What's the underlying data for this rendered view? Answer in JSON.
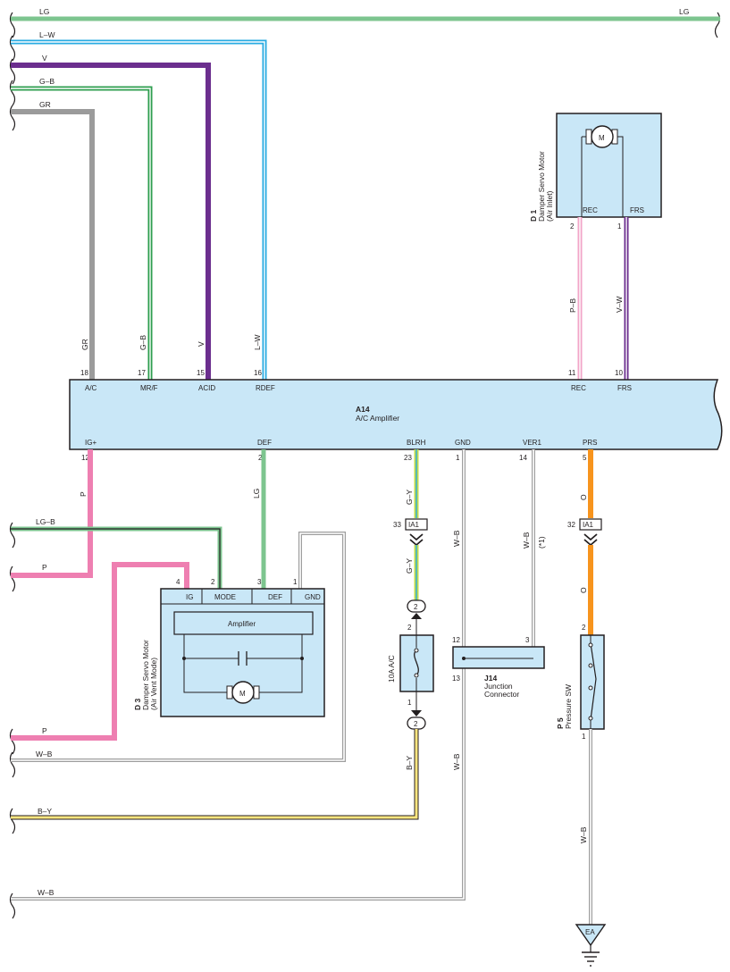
{
  "wires": {
    "lg_top_left": "LG",
    "lg_top_right": "LG",
    "lw": "L–W",
    "v": "V",
    "gb": "G–B",
    "gr": "GR",
    "lgb_left": "LG–B",
    "p_upper": "P",
    "p_lower": "P",
    "wb_left": "W–B",
    "by_left": "B–Y",
    "wb_bottom": "W–B",
    "gr_vert": "GR",
    "gb_vert": "G–B",
    "v_vert": "V",
    "lw_vert": "L–W",
    "pb_vert": "P–B",
    "vw_vert": "V–W",
    "p_vert": "P",
    "lg_vert": "LG",
    "gy_upper": "G–Y",
    "gy_lower": "G–Y",
    "wb_gnd": "W–B",
    "wb_ver": "W–B",
    "star1": "(*1)",
    "o_upper": "O",
    "o_lower": "O",
    "by_vert": "B–Y",
    "wb_j14": "W–B",
    "wb_p5": "W–B"
  },
  "amplifier": {
    "code": "A14",
    "name": "A/C Amplifier",
    "top_pins": [
      {
        "num": "18",
        "name": "A/C"
      },
      {
        "num": "17",
        "name": "MR/F"
      },
      {
        "num": "15",
        "name": "ACID"
      },
      {
        "num": "16",
        "name": "RDEF"
      },
      {
        "num": "11",
        "name": "REC"
      },
      {
        "num": "10",
        "name": "FRS"
      }
    ],
    "bottom_pins": [
      {
        "num": "12",
        "name": "IG+"
      },
      {
        "num": "2",
        "name": "DEF"
      },
      {
        "num": "23",
        "name": "BLRH"
      },
      {
        "num": "1",
        "name": "GND"
      },
      {
        "num": "14",
        "name": "VER1"
      },
      {
        "num": "5",
        "name": "PRS"
      }
    ]
  },
  "d1": {
    "code": "D 1",
    "name": "Damper Servo Motor",
    "sub": "(Air Inlet)",
    "pin_rec": "REC",
    "pin_frs": "FRS",
    "num_rec": "2",
    "num_frs": "1",
    "motor": "M"
  },
  "d3": {
    "code": "D 3",
    "name": "Damper Servo Motor",
    "sub": "(Air Vent Mode)",
    "amplifier_label": "Amplifier",
    "pins": [
      "IG",
      "MODE",
      "DEF",
      "GND"
    ],
    "pin_nums": [
      "4",
      "2",
      "3",
      "1"
    ],
    "motor": "M"
  },
  "connectors": {
    "ia1_left_num": "33",
    "ia1_right_num": "32",
    "ia1_label": "IA1",
    "splice_upper": "2",
    "splice_lower": "2"
  },
  "fuse": {
    "label": "10A A/C",
    "pin_top": "2",
    "pin_bottom": "1"
  },
  "j14": {
    "code": "J14",
    "name_line1": "Junction",
    "name_line2": "Connector",
    "pin_12": "12",
    "pin_13": "13",
    "pin_3": "3"
  },
  "p5": {
    "code": "P 5",
    "name": "Pressure SW",
    "pin_top": "2",
    "pin_bottom": "1"
  },
  "ground": {
    "label": "EA"
  },
  "colors": {
    "lg": "#7dc58f",
    "lw": "#29abe2",
    "v": "#6b2e8e",
    "gb": "#2e9e4f",
    "gr": "#9b9b9b",
    "p": "#ee7fb1",
    "pb": "#f2a6c8",
    "o": "#f7941d",
    "by": "#ffe680",
    "gy": "#c5dc4a",
    "wb": "#9e9e9e",
    "component_fill": "#c9e7f7",
    "outline": "#231f20"
  }
}
